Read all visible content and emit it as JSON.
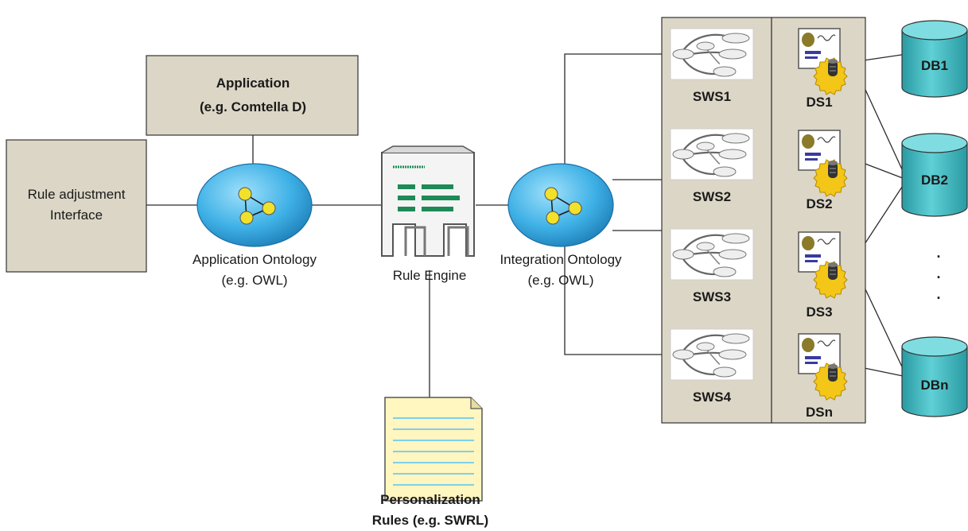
{
  "application": {
    "line1": "Application",
    "line2": "(e.g. Comtella D)"
  },
  "rule_adjustment": {
    "line1": "Rule adjustment",
    "line2": "Interface"
  },
  "application_ontology": {
    "line1": "Application Ontology",
    "line2": "(e.g. OWL)"
  },
  "rule_engine": {
    "label": "Rule Engine"
  },
  "integration_ontology": {
    "line1": "Integration Ontology",
    "line2": "(e.g. OWL)"
  },
  "personalization_rules": {
    "line1": "Personalization",
    "line2": "Rules (e.g. SWRL)"
  },
  "services": [
    "SWS1",
    "SWS2",
    "SWS3",
    "SWS4"
  ],
  "data_services": [
    "DS1",
    "DS2",
    "DS3",
    "DSn"
  ],
  "databases": [
    "DB1",
    "DB2",
    "DBn"
  ],
  "ellipsis": ".",
  "colors": {
    "box_fill": "#dcd6c6",
    "ontology_fill": "#3fb1e6",
    "node_fill": "#f2e12a",
    "db_fill": "#3ab6bd",
    "engine_green": "#1e8a55",
    "gear": "#f3c617",
    "doc_lines": "#7fd0ea"
  }
}
